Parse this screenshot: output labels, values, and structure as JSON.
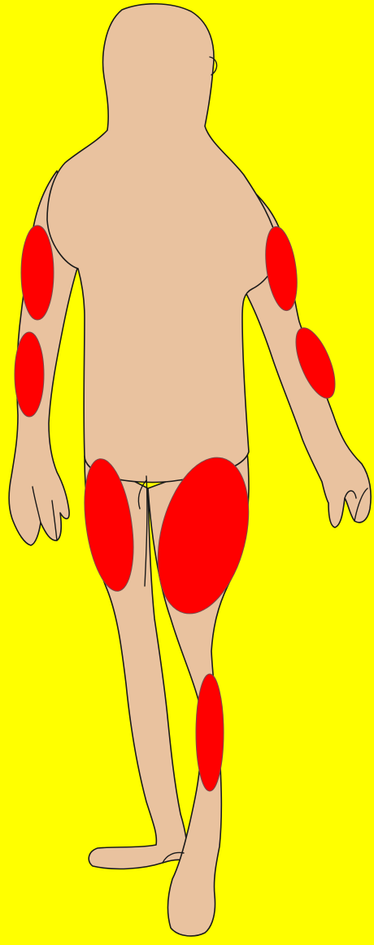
{
  "figure": {
    "view": "back",
    "palette": {
      "background": "#FFFF00",
      "skin": "#E9C29F",
      "outline": "#1A1A1A",
      "highlight": "#FF0000"
    },
    "highlighted_regions": [
      "left-upper-arm",
      "left-forearm",
      "right-upper-arm",
      "right-forearm",
      "left-thigh",
      "right-thigh",
      "right-calf"
    ]
  }
}
